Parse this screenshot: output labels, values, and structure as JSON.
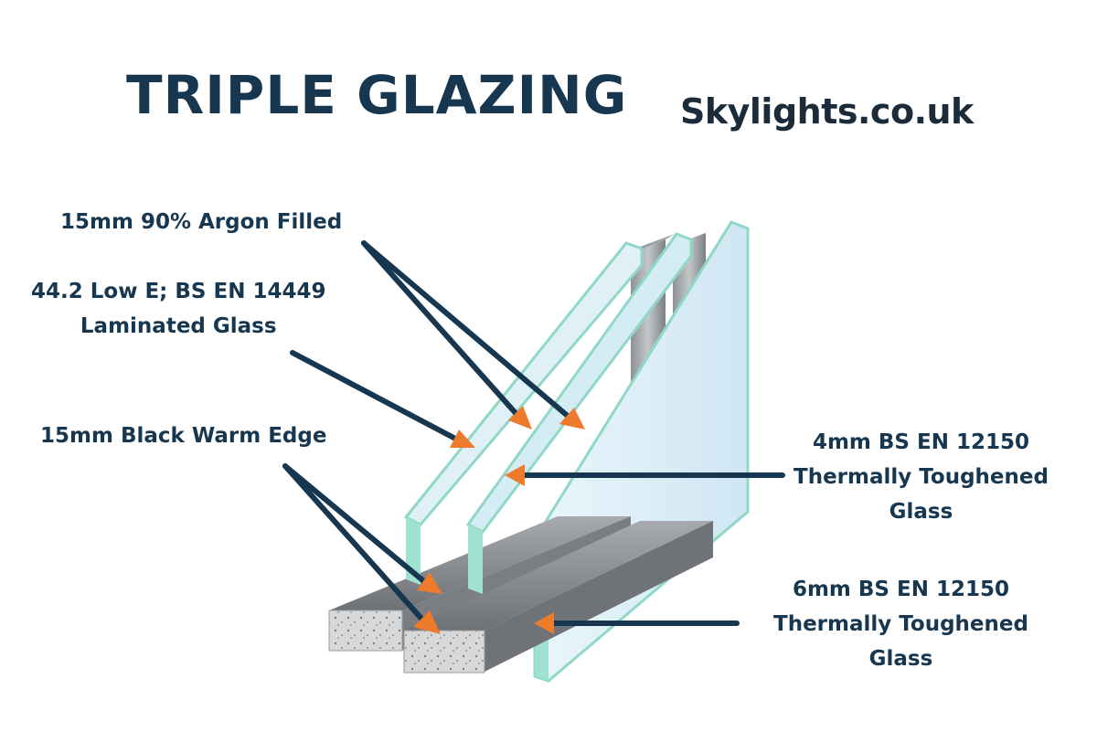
{
  "title": "TRIPLE GLAZING",
  "brand": "Skylights.co.uk",
  "labels": {
    "argon": "15mm 90% Argon Filled",
    "lowe_line1": "44.2 Low E; BS EN 14449",
    "lowe_line2": "Laminated Glass",
    "warm_edge": "15mm  Black Warm Edge",
    "glass4_line1": "4mm BS EN 12150",
    "glass4_line2": "Thermally Toughened",
    "glass4_line3": "Glass",
    "glass6_line1": "6mm BS EN 12150",
    "glass6_line2": "Thermally Toughened",
    "glass6_line3": "Glass"
  },
  "colors": {
    "text": "#173750",
    "leader": "#173750",
    "arrowhead": "#ee7a2b",
    "glass_fill": "#d9ecf6",
    "glass_edge": "#8fd8c8",
    "spacer": "#8c8f93"
  }
}
